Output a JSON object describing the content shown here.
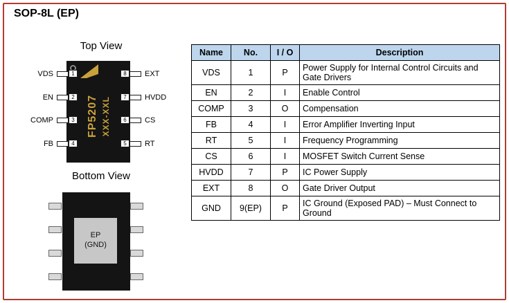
{
  "page": {
    "title": "SOP-8L (EP)"
  },
  "colors": {
    "frame_border": "#b23b32",
    "table_header_bg": "#bdd6ee",
    "chip_body": "#141414",
    "chip_marking": "#c9a23c",
    "ep_pad": "#c7c7c7"
  },
  "top_view": {
    "label": "Top View",
    "chip_marking_line1": "FP5207",
    "chip_marking_line2": "XXX-XXL",
    "left_pins": [
      {
        "name": "VDS",
        "num": "1"
      },
      {
        "name": "EN",
        "num": "2"
      },
      {
        "name": "COMP",
        "num": "3"
      },
      {
        "name": "FB",
        "num": "4"
      }
    ],
    "right_pins": [
      {
        "name": "EXT",
        "num": "8"
      },
      {
        "name": "HVDD",
        "num": "7"
      },
      {
        "name": "CS",
        "num": "6"
      },
      {
        "name": "RT",
        "num": "5"
      }
    ]
  },
  "bottom_view": {
    "label": "Bottom View",
    "pad_line1": "EP",
    "pad_line2": "(GND)"
  },
  "pin_table": {
    "headers": [
      "Name",
      "No.",
      "I / O",
      "Description"
    ],
    "rows": [
      [
        "VDS",
        "1",
        "P",
        "Power Supply for Internal Control Circuits and Gate Drivers"
      ],
      [
        "EN",
        "2",
        "I",
        "Enable Control"
      ],
      [
        "COMP",
        "3",
        "O",
        "Compensation"
      ],
      [
        "FB",
        "4",
        "I",
        "Error Amplifier Inverting Input"
      ],
      [
        "RT",
        "5",
        "I",
        "Frequency Programming"
      ],
      [
        "CS",
        "6",
        "I",
        "MOSFET Switch Current Sense"
      ],
      [
        "HVDD",
        "7",
        "P",
        "IC Power Supply"
      ],
      [
        "EXT",
        "8",
        "O",
        "Gate Driver Output"
      ],
      [
        "GND",
        "9(EP)",
        "P",
        "IC Ground (Exposed PAD) – Must Connect to Ground"
      ]
    ]
  }
}
